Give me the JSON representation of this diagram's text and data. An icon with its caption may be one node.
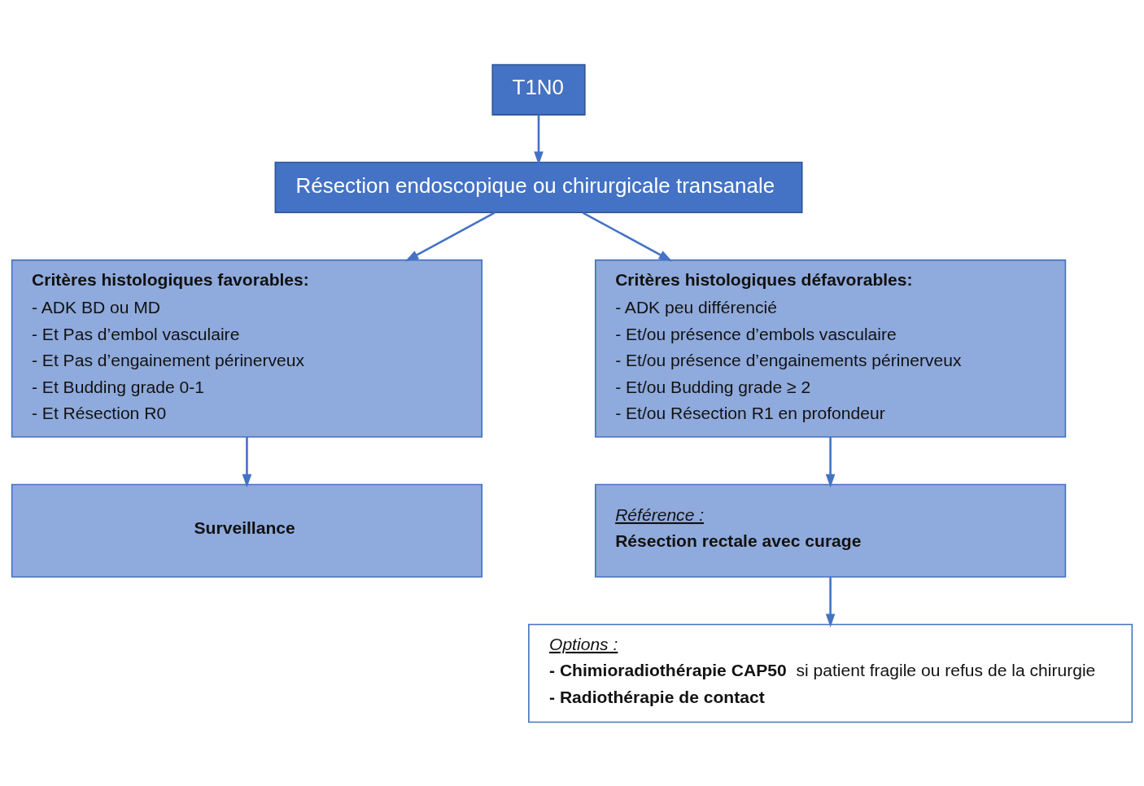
{
  "diagram": {
    "nodes": [
      {
        "text": [
          "T1N0"
        ]
      },
      {
        "text": [
          "Résection endoscopique ou chirurgicale transanale"
        ]
      },
      {
        "text": [
          "Critères histologiques favorables:",
          "- ADK BD ou MD",
          "- Et Pas d’embol vasculaire",
          "- Et Pas d’engainement périnerveux",
          "- Et Budding grade 0-1",
          "- Et Résection R0"
        ]
      },
      {
        "text": [
          "Critères histologiques défavorables:",
          "- ADK peu différencié",
          "- Et/ou présence d’embols vasculaire",
          "- Et/ou présence d’engainements périnerveux",
          "- Et/ou Budding grade ≥ 2",
          "- Et/ou Résection R1 en profondeur"
        ]
      },
      {
        "text": [
          "Surveillance"
        ]
      },
      {
        "text": [
          "Référence :",
          "Résection rectale avec curage"
        ]
      },
      {
        "text": [
          "Options :",
          "**- Chimioradiothérapie CAP50** si patient fragile ou refus de la chirurgie",
          "- Radiothérapie de contact"
        ]
      }
    ],
    "edges": [
      {
        "from": 0,
        "to": 1,
        "arrow": "to"
      },
      {
        "from": 1,
        "to": 2,
        "arrow": "to"
      },
      {
        "from": 1,
        "to": 3,
        "arrow": "to"
      },
      {
        "from": 2,
        "to": 4,
        "arrow": "to"
      },
      {
        "from": 3,
        "to": 5,
        "arrow": "to"
      },
      {
        "from": 5,
        "to": 6,
        "arrow": "to"
      }
    ]
  }
}
